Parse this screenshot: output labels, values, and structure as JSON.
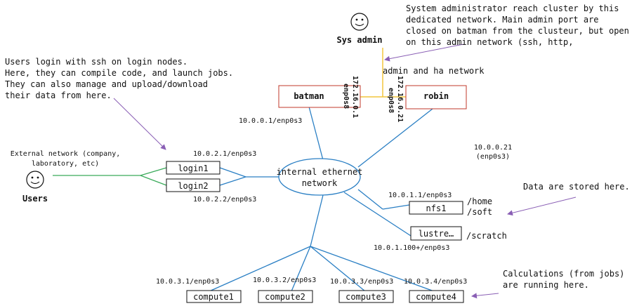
{
  "actors": {
    "sysadmin": "Sys admin",
    "users": "Users"
  },
  "notes": {
    "sysadmin": [
      "System administrator reach cluster by this",
      "dedicated network. Main admin port are",
      "closed on batman from the clusteur, but open",
      "on this admin network (ssh, http,"
    ],
    "users": [
      "Users login with ssh on login nodes.",
      "Here, they can compile code, and launch jobs.",
      "They can also manage and upload/download",
      "their data from here."
    ],
    "storage": "Data are stored here.",
    "compute": [
      "Calculations (from jobs)",
      "are running here."
    ]
  },
  "networks": {
    "admin": "admin and ha network",
    "external": [
      "External network (company,",
      "laboratory, etc)"
    ],
    "internal": [
      "internal ethernet",
      "network"
    ]
  },
  "nodes": {
    "batman": "batman",
    "robin": "robin",
    "login1": "login1",
    "login2": "login2",
    "nfs1": "nfs1",
    "lustre": "lustre…",
    "compute1": "compute1",
    "compute2": "compute2",
    "compute3": "compute3",
    "compute4": "compute4"
  },
  "addresses": {
    "batman_admin": [
      "172.16.0.1",
      "enp0s8"
    ],
    "robin_admin": [
      "172.16.0.21",
      "enp0s8"
    ],
    "batman_int": "10.0.0.1/enp0s3",
    "robin_int": [
      "10.0.0.21",
      "(enp0s3)"
    ],
    "login1": "10.0.2.1/enp0s3",
    "login2": "10.0.2.2/enp0s3",
    "nfs1": "10.0.1.1/enp0s3",
    "lustre": "10.0.1.100+/enp0s3",
    "compute1": "10.0.3.1/enp0s3",
    "compute2": "10.0.3.2/enp0s3",
    "compute3": "10.0.3.3/enp0s3",
    "compute4": "10.0.3.4/enp0s3"
  },
  "mounts": {
    "home": "/home",
    "soft": "/soft",
    "scratch": "/scratch"
  },
  "colors": {
    "internal_link": "#2a7fc4",
    "admin_link": "#f2c53d",
    "external_link": "#3aaa5a",
    "server_border": "#c0392b",
    "arrow": "#8a5fb5"
  }
}
